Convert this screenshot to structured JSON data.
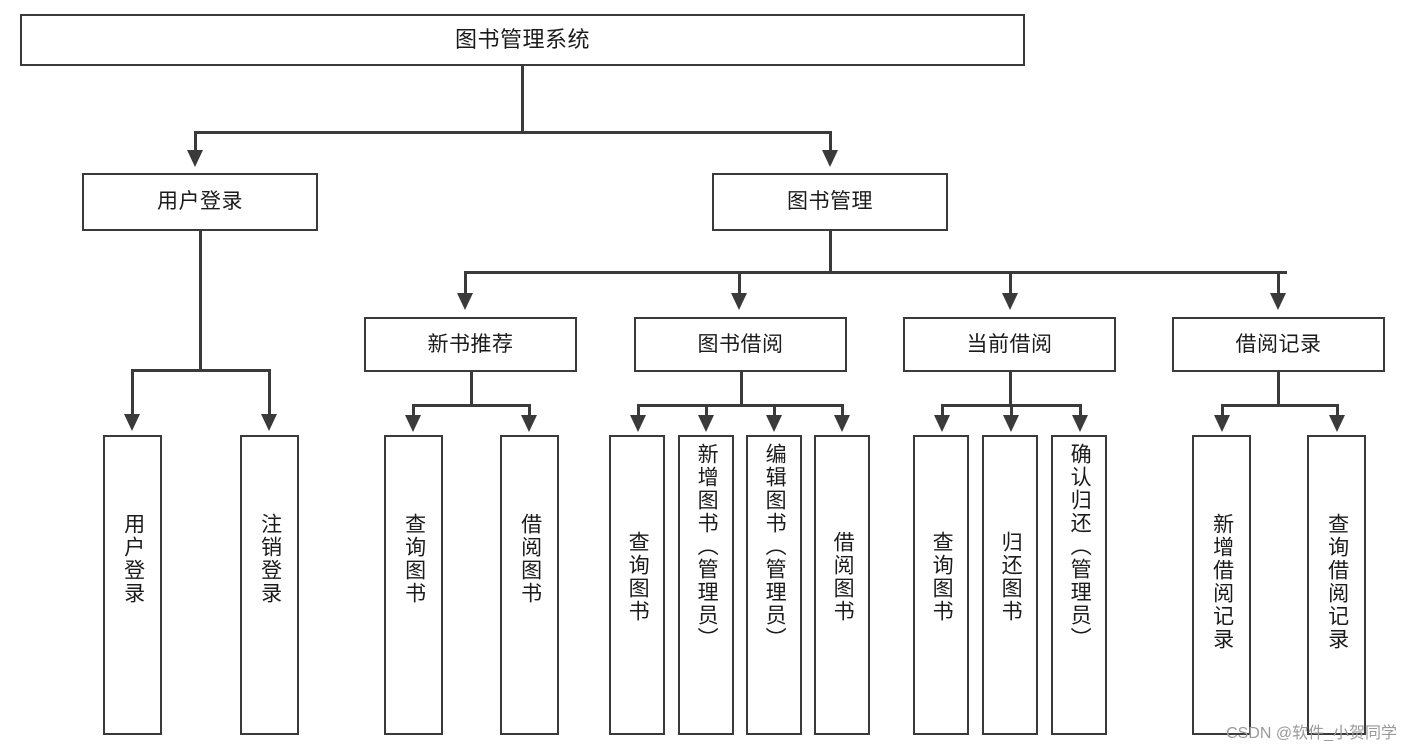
{
  "diagram": {
    "title": "图书管理系统",
    "watermark": "CSDN @软件_小贺同学",
    "line_color": "#3a3a3a",
    "background": "#ffffff"
  },
  "nodes": {
    "root": {
      "label": "图书管理系统"
    },
    "level2": [
      {
        "id": "user-login",
        "label": "用户登录"
      },
      {
        "id": "book-manage",
        "label": "图书管理"
      }
    ],
    "level3": [
      {
        "id": "new-book-recommend",
        "label": "新书推荐"
      },
      {
        "id": "book-borrow",
        "label": "图书借阅"
      },
      {
        "id": "current-borrow",
        "label": "当前借阅"
      },
      {
        "id": "borrow-record",
        "label": "借阅记录"
      }
    ],
    "leaves": {
      "user_login": [
        {
          "id": "leaf-user-login",
          "label": "用户登录"
        },
        {
          "id": "leaf-logout-login",
          "label": "注销登录"
        }
      ],
      "new_book_recommend": [
        {
          "id": "leaf-query-book-1",
          "label": "查询图书"
        },
        {
          "id": "leaf-borrow-book-1",
          "label": "借阅图书"
        }
      ],
      "book_borrow": [
        {
          "id": "leaf-query-book-2",
          "label": "查询图书"
        },
        {
          "id": "leaf-add-book",
          "label": "新增图书（管理员）"
        },
        {
          "id": "leaf-edit-book",
          "label": "编辑图书（管理员）"
        },
        {
          "id": "leaf-borrow-book-2",
          "label": "借阅图书"
        }
      ],
      "current_borrow": [
        {
          "id": "leaf-query-book-3",
          "label": "查询图书"
        },
        {
          "id": "leaf-return-book",
          "label": "归还图书"
        },
        {
          "id": "leaf-confirm-return",
          "label": "确认归还（管理员）"
        }
      ],
      "borrow_record": [
        {
          "id": "leaf-add-borrow-record",
          "label": "新增借阅记录"
        },
        {
          "id": "leaf-query-borrow-record",
          "label": "查询借阅记录"
        }
      ]
    }
  }
}
